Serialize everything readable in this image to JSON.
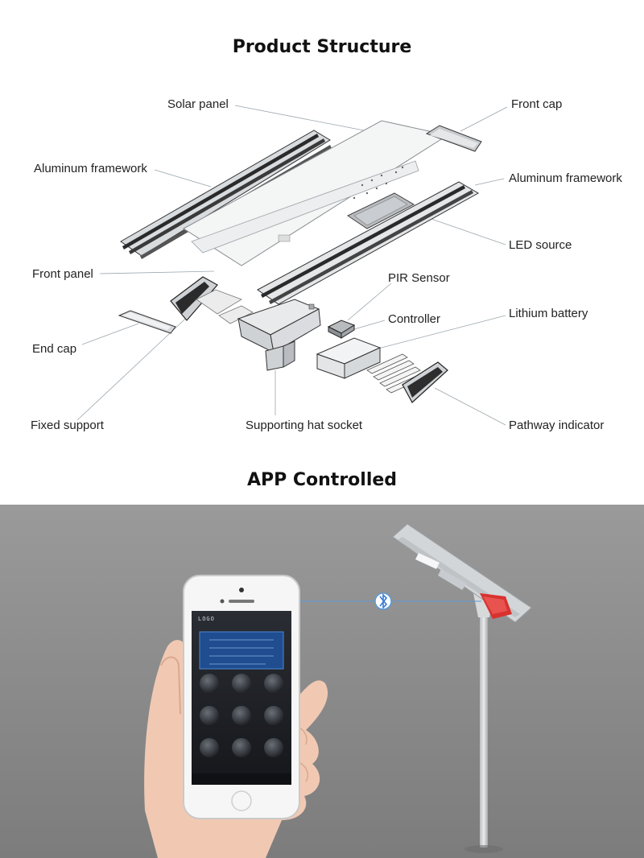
{
  "titles": {
    "structure": "Product Structure",
    "app": "APP Controlled"
  },
  "labels": {
    "solar_panel": "Solar panel",
    "front_cap": "Front cap",
    "aluminum_framework_left": "Aluminum framework",
    "aluminum_framework_right": "Aluminum framework",
    "led_source": "LED source",
    "front_panel": "Front panel",
    "pir_sensor": "PIR Sensor",
    "controller": "Controller",
    "lithium_battery": "Lithium battery",
    "end_cap": "End cap",
    "fixed_support": "Fixed support",
    "supporting_hat_socket": "Supporting hat socket",
    "pathway_indicator": "Pathway indicator"
  },
  "phone": {
    "logo": "LOGO"
  },
  "icons": {
    "bluetooth": "bluetooth-icon"
  },
  "colors": {
    "app_background": "#8a8a8a",
    "indicator_red": "#d8322f",
    "link_line": "#5b9bd5"
  }
}
